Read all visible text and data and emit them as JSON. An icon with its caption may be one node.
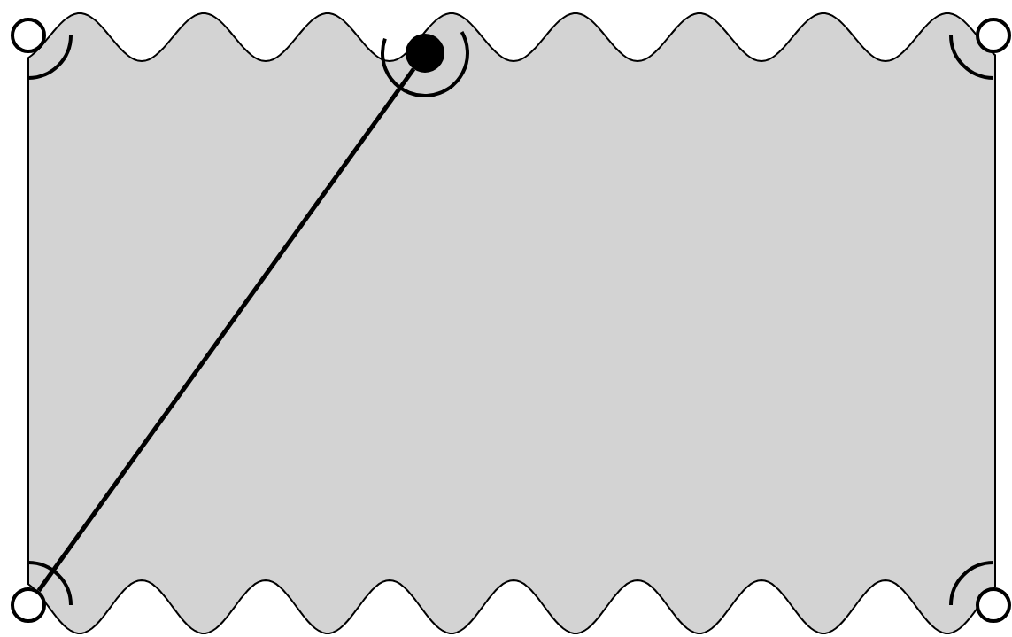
{
  "diagram": {
    "nodes": [
      {
        "text": [],
        "shape": "circle"
      },
      {
        "text": [],
        "shape": "dot"
      },
      {
        "text": [],
        "shape": "circle"
      },
      {
        "text": [],
        "shape": "circle"
      },
      {
        "text": [],
        "shape": "circle"
      }
    ],
    "edges": [
      {
        "from": 3,
        "to": 1,
        "arrow": "none"
      }
    ]
  }
}
